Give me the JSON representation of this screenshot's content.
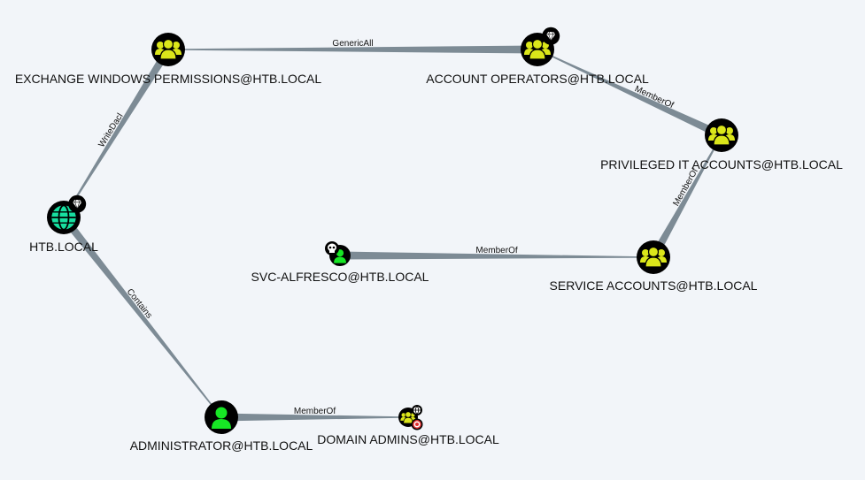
{
  "colors": {
    "background": "#f2f5f9",
    "edge": "#7d8b95",
    "node_ring": "#000000",
    "group_fill": "#dbe61a",
    "user_fill": "#17e625",
    "domain_fill": "#17dfa0"
  },
  "nodes": [
    {
      "id": "exchange",
      "label": "EXCHANGE WINDOWS PERMISSIONS@HTB.LOCAL",
      "type": "group",
      "icon": "users-group-icon",
      "badge": null
    },
    {
      "id": "acctops",
      "label": "ACCOUNT OPERATORS@HTB.LOCAL",
      "type": "group",
      "icon": "users-group-icon",
      "badge": "gem-icon"
    },
    {
      "id": "privit",
      "label": "PRIVILEGED IT ACCOUNTS@HTB.LOCAL",
      "type": "group",
      "icon": "users-group-icon",
      "badge": null
    },
    {
      "id": "htb",
      "label": "HTB.LOCAL",
      "type": "domain",
      "icon": "globe-icon",
      "badge": "gem-icon"
    },
    {
      "id": "svcalf",
      "label": "SVC-ALFRESCO@HTB.LOCAL",
      "type": "user",
      "icon": "user-icon",
      "badge": "skull-icon"
    },
    {
      "id": "svcacc",
      "label": "SERVICE ACCOUNTS@HTB.LOCAL",
      "type": "group",
      "icon": "users-group-icon",
      "badge": null
    },
    {
      "id": "admin",
      "label": "ADMINISTRATOR@HTB.LOCAL",
      "type": "user",
      "icon": "user-icon",
      "badge": null
    },
    {
      "id": "domadmins",
      "label": "DOMAIN ADMINS@HTB.LOCAL",
      "type": "group",
      "icon": "users-group-icon",
      "badge": "target-icon"
    }
  ],
  "edges": [
    {
      "from": "exchange",
      "to": "acctops",
      "label": "GenericAll"
    },
    {
      "from": "acctops",
      "to": "privit",
      "label": "MemberOf"
    },
    {
      "from": "privit",
      "to": "svcacc",
      "label": "MemberOf"
    },
    {
      "from": "svcacc",
      "to": "svcalf",
      "label": "MemberOf"
    },
    {
      "from": "htb",
      "to": "exchange",
      "label": "WriteDacl"
    },
    {
      "from": "admin",
      "to": "htb",
      "label": "Contains"
    },
    {
      "from": "domadmins",
      "to": "admin",
      "label": "MemberOf"
    }
  ]
}
